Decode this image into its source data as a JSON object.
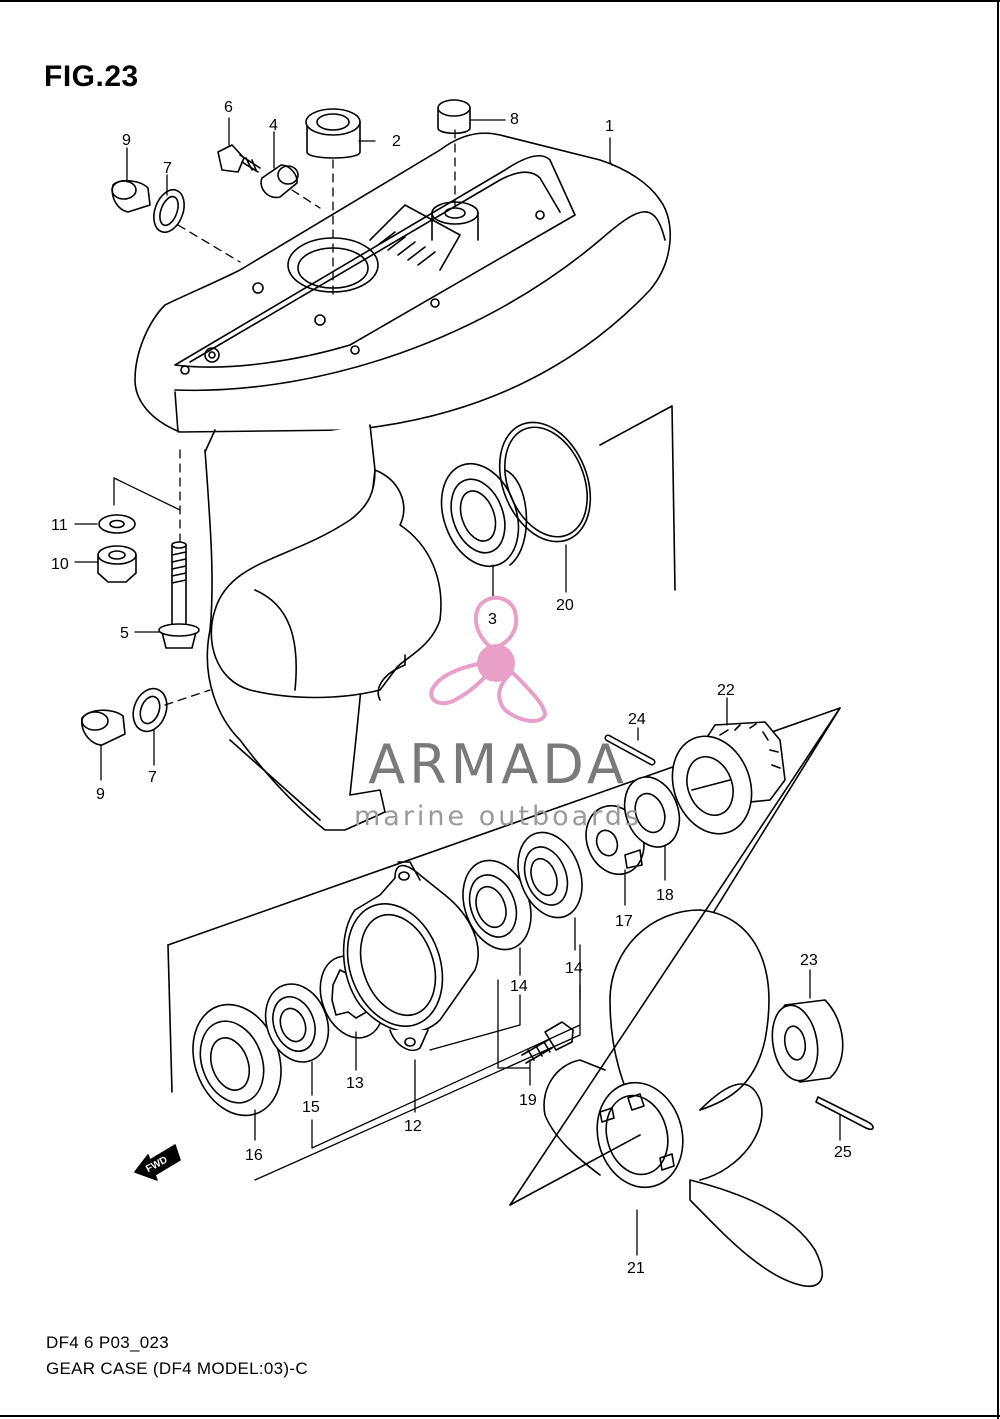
{
  "figure": {
    "title": "FIG.23",
    "code": "DF4 6 P03_023",
    "caption": "GEAR CASE (DF4 MODEL:03)-C"
  },
  "watermark": {
    "brand": "ARMADA",
    "tagline": "marine outboards",
    "color": "#e8a0c8"
  },
  "direction_badge": "FWD",
  "callouts": [
    {
      "id": "c1",
      "label": "1"
    },
    {
      "id": "c2",
      "label": "2"
    },
    {
      "id": "c3",
      "label": "3"
    },
    {
      "id": "c4",
      "label": "4"
    },
    {
      "id": "c5",
      "label": "5"
    },
    {
      "id": "c6",
      "label": "6"
    },
    {
      "id": "c7a",
      "label": "7"
    },
    {
      "id": "c7b",
      "label": "7"
    },
    {
      "id": "c8",
      "label": "8"
    },
    {
      "id": "c9a",
      "label": "9"
    },
    {
      "id": "c9b",
      "label": "9"
    },
    {
      "id": "c10",
      "label": "10"
    },
    {
      "id": "c11",
      "label": "11"
    },
    {
      "id": "c12",
      "label": "12"
    },
    {
      "id": "c13",
      "label": "13"
    },
    {
      "id": "c14a",
      "label": "14"
    },
    {
      "id": "c14b",
      "label": "14"
    },
    {
      "id": "c15",
      "label": "15"
    },
    {
      "id": "c16",
      "label": "16"
    },
    {
      "id": "c17",
      "label": "17"
    },
    {
      "id": "c18",
      "label": "18"
    },
    {
      "id": "c19",
      "label": "19"
    },
    {
      "id": "c20",
      "label": "20"
    },
    {
      "id": "c21",
      "label": "21"
    },
    {
      "id": "c22",
      "label": "22"
    },
    {
      "id": "c23",
      "label": "23"
    },
    {
      "id": "c24",
      "label": "24"
    },
    {
      "id": "c25",
      "label": "25"
    }
  ]
}
